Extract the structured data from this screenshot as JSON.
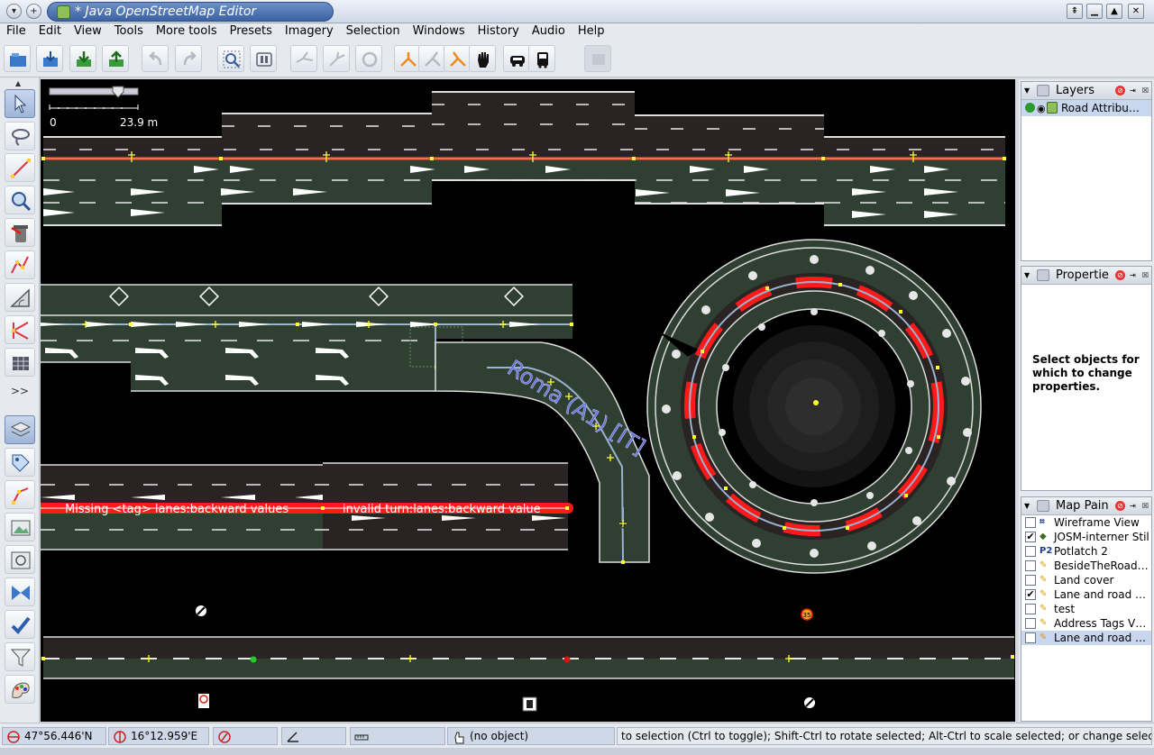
{
  "window": {
    "title": "* Java OpenStreetMap Editor"
  },
  "menu": [
    "File",
    "Edit",
    "View",
    "Tools",
    "More tools",
    "Presets",
    "Imagery",
    "Selection",
    "Windows",
    "History",
    "Audio",
    "Help"
  ],
  "toolbar_icons": [
    "open-file-icon",
    "save-icon",
    "download-icon",
    "upload-icon",
    "undo-icon",
    "redo-icon",
    "zoom-to-selection-icon",
    "preferences-icon",
    "combine-way-icon",
    "split-way-icon",
    "refresh-icon",
    "lane-tool-1-icon",
    "lane-tool-2-icon",
    "lane-tool-3-icon",
    "hand-icon",
    "car-icon",
    "bus-icon",
    "disabled-icon"
  ],
  "left_tools": [
    "select-icon",
    "lasso-icon",
    "draw-icon",
    "zoom-icon",
    "delete-icon",
    "parallel-icon",
    "measure-icon",
    "split-icon",
    "layer-grid-icon",
    "more-tools",
    "layers-toggle-icon",
    "tag-icon",
    "relation-icon",
    "image-icon",
    "photo-icon",
    "conflict-icon",
    "validator-icon",
    "filter-icon",
    "paint-icon"
  ],
  "more_tools_label": ">>",
  "map": {
    "scale_start": "0",
    "scale_end": "23.9 m",
    "road_name": "Roma (A1) [IT]",
    "warning_1": "Missing <tag> lanes:backward values",
    "warning_2": "invalid turn:lanes:backward value",
    "speed_badge": "35"
  },
  "panels": {
    "layers": {
      "title": "Layers",
      "items": [
        {
          "name": "Road Attribu…",
          "active": true,
          "visible": true
        }
      ]
    },
    "properties": {
      "title": "Propertie",
      "message": "Select objects for which to change properties."
    },
    "map_paint": {
      "title": "Map Pain",
      "items": [
        {
          "label": "Wireframe View",
          "checked": false,
          "icon": "wireframe-icon"
        },
        {
          "label": "JOSM-interner Stil",
          "checked": true,
          "icon": "josm-icon"
        },
        {
          "label": "Potlatch 2",
          "checked": false,
          "icon": "p2-icon"
        },
        {
          "label": "BesideTheRoad…",
          "checked": false,
          "icon": "pencil-icon"
        },
        {
          "label": "Land cover",
          "checked": false,
          "icon": "pencil-icon"
        },
        {
          "label": "Lane and road …",
          "checked": true,
          "icon": "pencil-icon"
        },
        {
          "label": "test",
          "checked": false,
          "icon": "pencil-icon"
        },
        {
          "label": "Address Tags V…",
          "checked": false,
          "icon": "pencil-icon"
        },
        {
          "label": "Lane and road …",
          "checked": false,
          "icon": "pencil-icon",
          "selected": true
        }
      ]
    }
  },
  "status": {
    "lat": "47°56.446'N",
    "lon": "16°12.959'E",
    "heading": "",
    "angle": "",
    "distance": "",
    "object": "(no object)",
    "help": "to selection (Ctrl to toggle); Shift-Ctrl to rotate selected; Alt-Ctrl to scale selected; or change selection"
  },
  "colors": {
    "road_surface": "#2f4032",
    "road_dark": "#2a2323",
    "lane_marking": "#e8e8e8",
    "way_highlight": "#ff6a4a",
    "error_red": "#ff1a1a",
    "node_yellow": "#ffff33",
    "road_label": "#6472d8"
  }
}
